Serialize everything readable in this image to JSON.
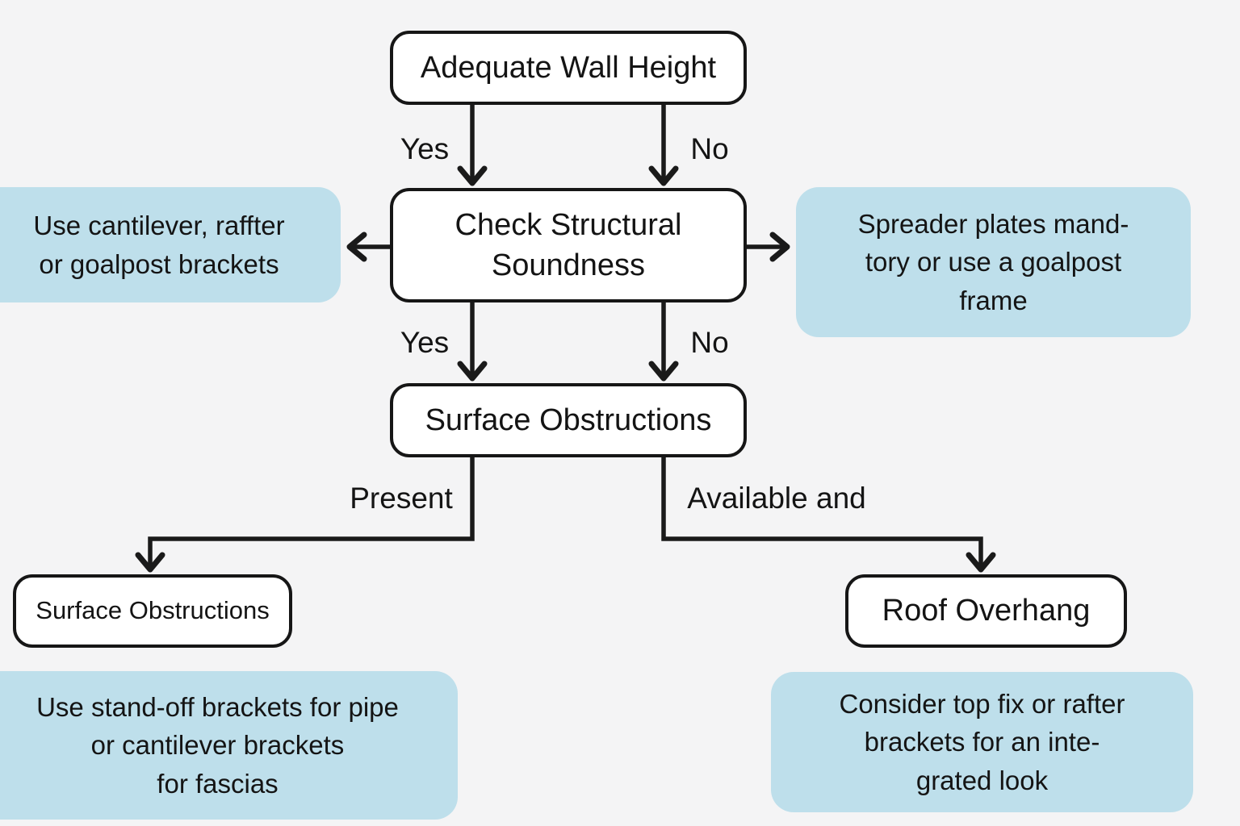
{
  "colors": {
    "background": "#f4f4f5",
    "node_fill": "#ffffff",
    "node_border": "#161616",
    "callout_fill": "#bedfeb",
    "line": "#1a1a1a",
    "text": "#141414"
  },
  "nodes": {
    "adequate_wall_height": "Adequate Wall Height",
    "check_structural_soundness": "Check Structural\nSoundness",
    "surface_obstructions": "Surface Obstructions",
    "surface_obstructions_result": "Surface Obstructions",
    "roof_overhang": "Roof Overhang"
  },
  "callouts": {
    "cantilever": "Use cantilever, raffter\nor goalpost brackets",
    "spreader": "Spreader plates mand-\ntory or use a goalpost\nframe",
    "standoff": "Use stand-off brackets for pipe\nor cantilever brackets\nfor fascias",
    "topfix": "Consider top fix or rafter\nbrackets for an inte-\ngrated look"
  },
  "edge_labels": {
    "wall_height_yes": "Yes",
    "wall_height_no": "No",
    "soundness_yes": "Yes",
    "soundness_no": "No",
    "obstructions_present": "Present",
    "obstructions_available": "Available and"
  }
}
